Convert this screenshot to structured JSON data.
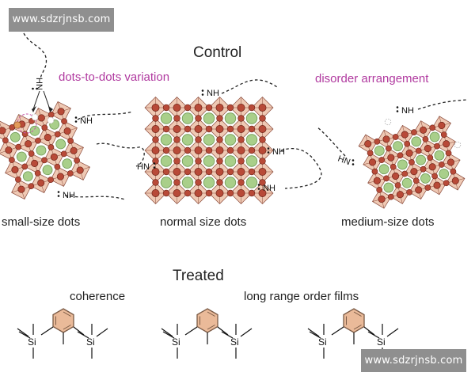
{
  "watermark": {
    "top": "www.sdzrjnsb.com",
    "bottom": "www.sdzrjnsb.com"
  },
  "control": {
    "title": "Control",
    "note_left": "dots-to-dots variation",
    "note_right": "disorder arrangement",
    "captions": [
      "small-size dots",
      "normal size dots",
      "medium-size dots"
    ],
    "amine_label": "NH",
    "amine_label_vertical": "HN"
  },
  "treated": {
    "title": "Treated",
    "labels": [
      "coherence",
      "long range order films"
    ],
    "si_label": "Si"
  },
  "colors": {
    "annotation": "#b0399f",
    "atom_red": "#b84a38",
    "atom_green": "#a9cf8a",
    "octahedron": "#e9b79b",
    "benzene": "#e3a377"
  }
}
